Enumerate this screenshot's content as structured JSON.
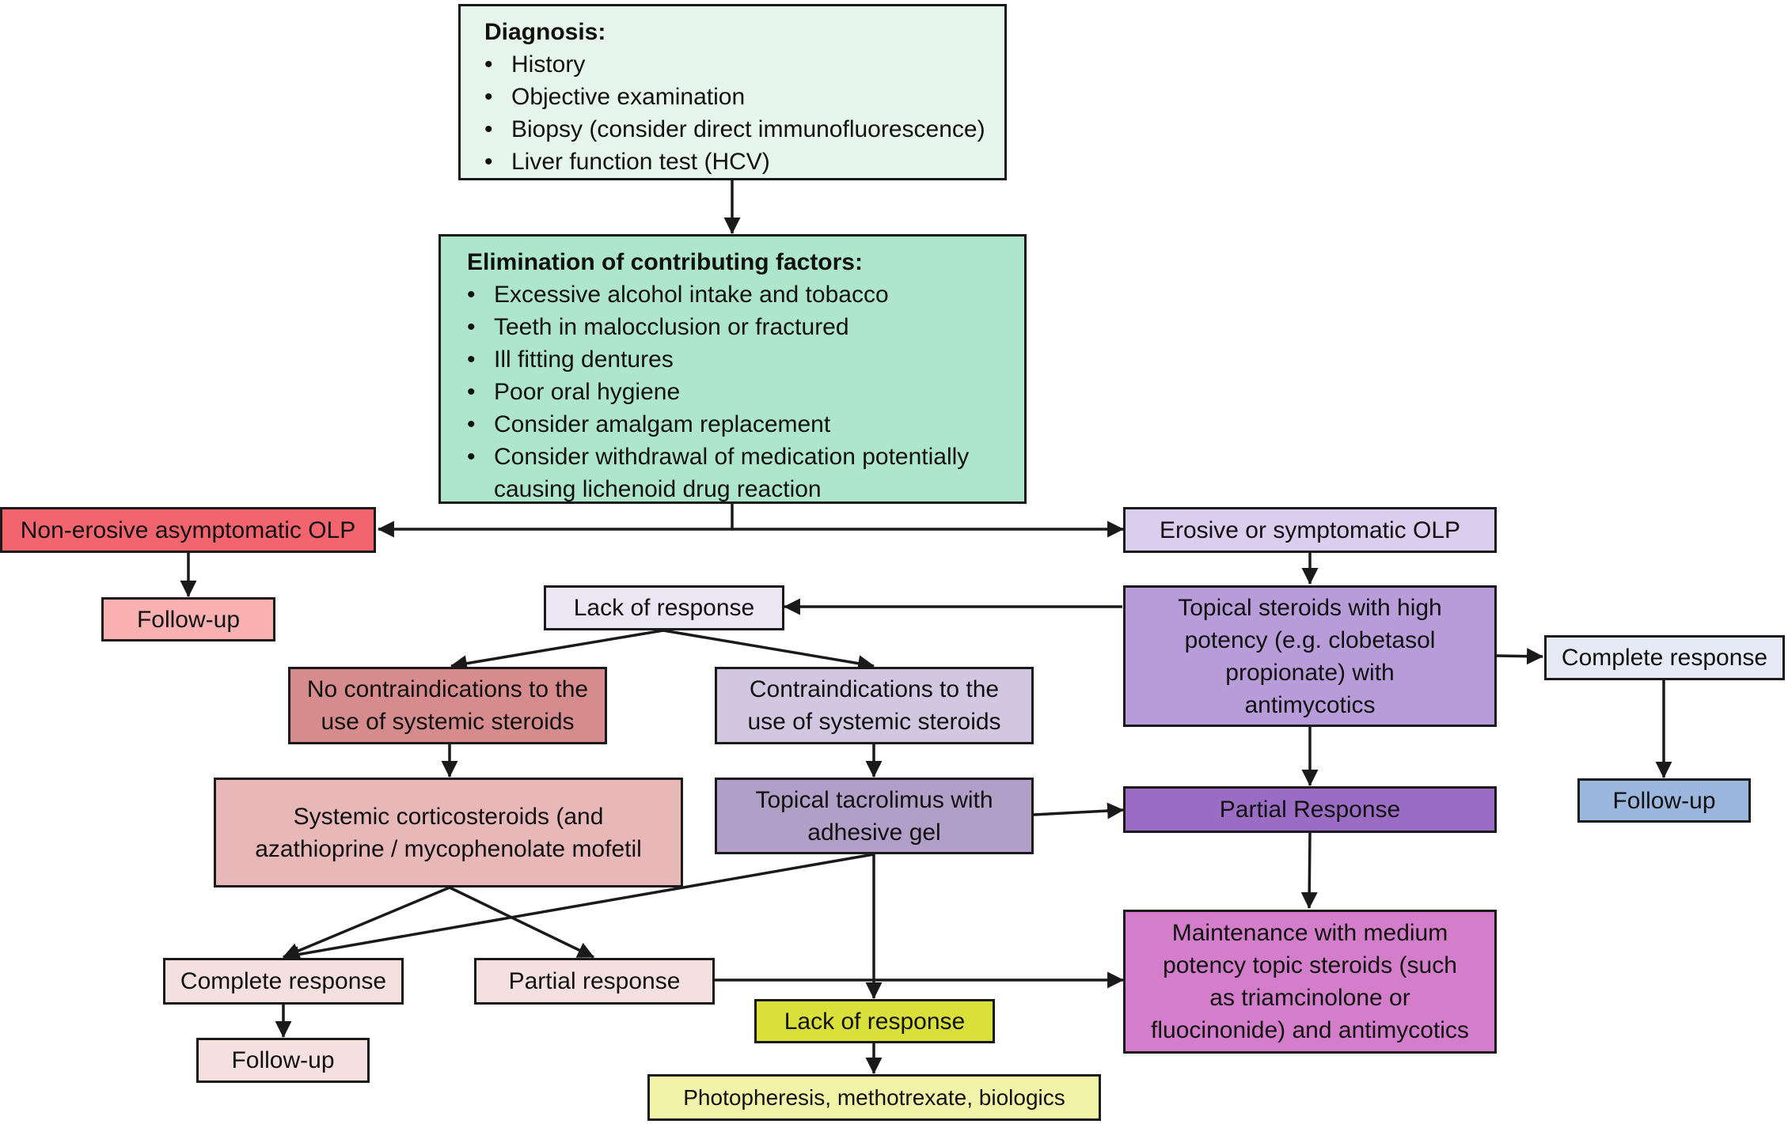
{
  "diagnosis": {
    "title": "Diagnosis:",
    "items": [
      "History",
      "Objective examination",
      "Biopsy (consider direct immunofluorescence)",
      "Liver function test (HCV)"
    ]
  },
  "elimination": {
    "title": "Elimination of contributing factors:",
    "items": [
      "Excessive alcohol intake and tobacco",
      "Teeth in malocclusion or fractured",
      "Ill fitting dentures",
      "Poor oral hygiene",
      "Consider amalgam replacement",
      "Consider withdrawal of medication potentially causing lichenoid drug reaction"
    ]
  },
  "nodes": {
    "non_erosive": "Non-erosive asymptomatic OLP",
    "followup_left": "Follow-up",
    "erosive": "Erosive or symptomatic OLP",
    "topical_high": "Topical steroids with high potency (e.g. clobetasol propionate) with antimycotics",
    "complete_right": "Complete response",
    "followup_right": "Follow-up",
    "lack_top": "Lack of response",
    "no_contra": "No contraindications to the use of systemic steroids",
    "contra": "Contraindications to the use of systemic steroids",
    "systemic": "Systemic corticosteroids (and azathioprine / mycophenolate mofetil",
    "tacrolimus": "Topical tacrolimus with adhesive gel",
    "partial_right": "Partial Response",
    "maintenance": "Maintenance with medium potency topic steroids (such as triamcinolone or fluocinonide) and antimycotics",
    "complete_left": "Complete response",
    "partial_left": "Partial response",
    "followup_bottom": "Follow-up",
    "lack_bottom": "Lack of response",
    "photo": "Photopheresis, methotrexate, biologics"
  },
  "colors": {
    "diagnosis": "#e6f6ec",
    "elimination": "#ade6cb",
    "non_erosive": "#f2656f",
    "followup_left": "#f8b0b0",
    "erosive": "#dacdee",
    "topical_high": "#b89cd9",
    "complete_right": "#e6e9f6",
    "followup_right": "#9bb7dd",
    "lack_top": "#ebe6f3",
    "no_contra": "#d68c8c",
    "contra": "#d1c7e1",
    "systemic": "#e8b7b8",
    "tacrolimus": "#b19fc8",
    "partial_right": "#9b6cc3",
    "maintenance": "#d47ecb",
    "complete_left": "#f5e0e0",
    "partial_left": "#f5e0e0",
    "followup_bottom": "#f5e0e0",
    "lack_bottom": "#d9e03a",
    "photo": "#f1f3a8"
  }
}
